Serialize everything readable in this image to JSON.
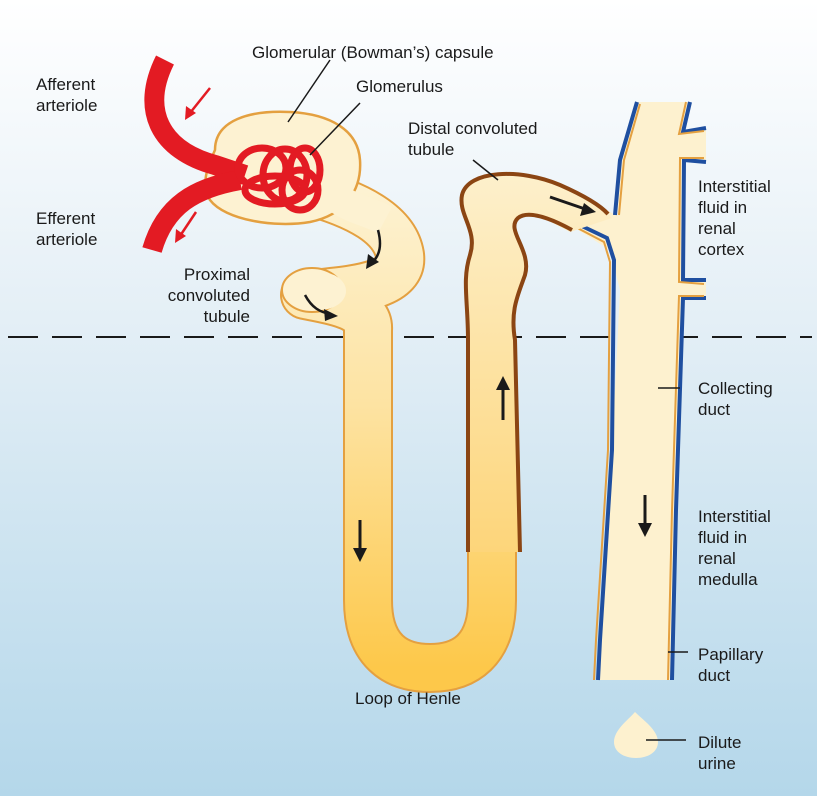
{
  "labels": {
    "afferent_arteriole": [
      "Afferent",
      "arteriole"
    ],
    "efferent_arteriole": [
      "Efferent",
      "arteriole"
    ],
    "bowmans_capsule": "Glomerular (Bowman’s) capsule",
    "glomerulus": "Glomerulus",
    "distal_tubule": [
      "Distal convoluted",
      "tubule"
    ],
    "proximal_tubule": [
      "Proximal",
      "convoluted",
      "tubule"
    ],
    "interstitial_cortex": [
      "Interstitial",
      "fluid in",
      "renal",
      "cortex"
    ],
    "collecting_duct": [
      "Collecting",
      "duct"
    ],
    "interstitial_medulla": [
      "Interstitial",
      "fluid in",
      "renal",
      "medulla"
    ],
    "papillary_duct": [
      "Papillary",
      "duct"
    ],
    "loop_of_henle": "Loop of Henle",
    "dilute_urine": [
      "Dilute",
      "urine"
    ]
  },
  "colors": {
    "background_top": "#ffffff",
    "background_mid": "#e2eef6",
    "background_bottom": "#b4d7ea",
    "tubule_fill": "#fdf1cf",
    "tubule_fill_deep": "#fdc84a",
    "tubule_outline": "#e4a040",
    "thick_segment_outline": "#8b4513",
    "collecting_duct_edge": "#1f4fa0",
    "vessel_red": "#e31b23",
    "arrow": "#1a1a1a"
  }
}
